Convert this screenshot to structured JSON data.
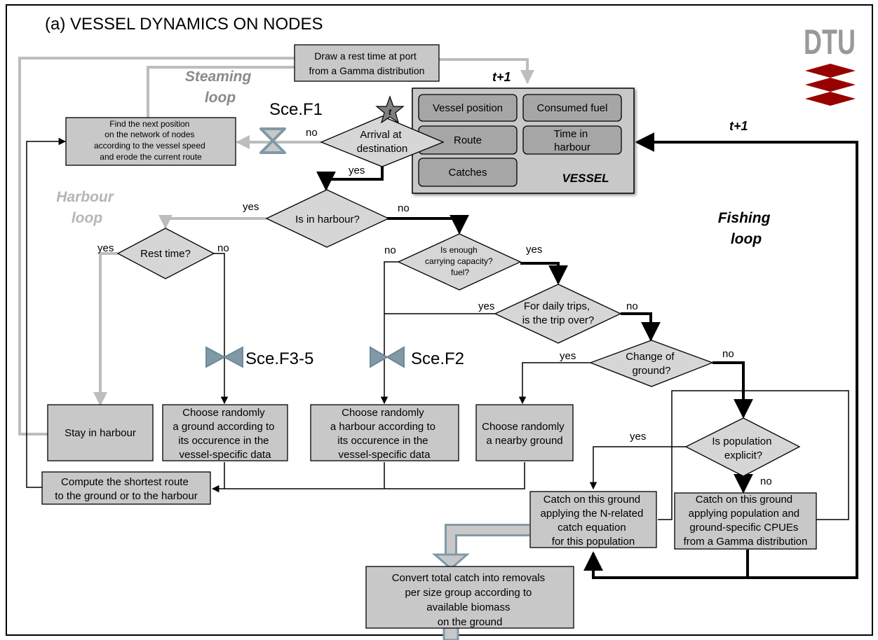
{
  "title": "(a) VESSEL DYNAMICS ON NODES",
  "logo": {
    "text": "DTU",
    "color": "#990000",
    "text_color": "#999999"
  },
  "colors": {
    "box": "#c8c8c8",
    "diamond": "#d6d6d6",
    "vessel_panel": "#c8c8c8",
    "vessel_item": "#a6a6a6",
    "grey_arrow": "#bdbdbd",
    "black_arrow": "#000000",
    "scenario_icon": "#7f9aa6"
  },
  "loops": {
    "steaming": [
      "Steaming",
      "loop"
    ],
    "harbour": [
      "Harbour",
      "loop"
    ],
    "fishing": [
      "Fishing",
      "loop"
    ]
  },
  "tags": {
    "t1_top": "t+1",
    "t1_right": "t+1",
    "star": "t"
  },
  "scenarios": {
    "f1": "Sce.F1",
    "f35": "Sce.F3-5",
    "f2": "Sce.F2"
  },
  "vessel": {
    "label": "VESSEL",
    "items": [
      [
        "Vessel position"
      ],
      [
        "Consumed fuel"
      ],
      [
        "Route"
      ],
      [
        "Time in",
        "harbour"
      ],
      [
        "Catches"
      ]
    ]
  },
  "boxes": {
    "rest_time": [
      "Draw a rest time at port",
      "from a Gamma distribution"
    ],
    "next_position": [
      "Find the next position",
      "on the network of nodes",
      "according to the vessel speed",
      "and erode the current route"
    ],
    "stay": [
      "Stay in harbour"
    ],
    "choose_ground": [
      "Choose randomly",
      "a ground according to",
      "its occurence in the",
      "vessel-specific data"
    ],
    "choose_harbour": [
      "Choose randomly",
      "a harbour according to",
      "its occurence in the",
      "vessel-specific data"
    ],
    "nearby": [
      "Choose randomly",
      "a nearby ground"
    ],
    "shortest": [
      "Compute the shortest route",
      "to the ground or to the harbour"
    ],
    "catch_n": [
      "Catch on this ground",
      "applying the N-related",
      "catch equation",
      "for this population"
    ],
    "catch_gamma": [
      "Catch on this ground",
      "applying population and",
      "ground-specific CPUEs",
      "from a Gamma distribution"
    ],
    "convert": [
      "Convert total catch into removals",
      "per size group according to",
      "available biomass",
      "on the ground"
    ]
  },
  "diamonds": {
    "arrival": [
      "Arrival at",
      "destination"
    ],
    "in_harbour": [
      "Is in harbour?"
    ],
    "rest": [
      "Rest time?"
    ],
    "capacity": [
      "Is enough",
      "carrying capacity?",
      "fuel?"
    ],
    "daily": [
      "For daily trips,",
      "is the trip over?"
    ],
    "change": [
      "Change of",
      "ground?"
    ],
    "population": [
      "Is population",
      "explicit?"
    ]
  },
  "edge_labels": {
    "arrival_no": "no",
    "arrival_yes": "yes",
    "harbour_yes": "yes",
    "harbour_no": "no",
    "rest_yes": "yes",
    "rest_no": "no",
    "capacity_no": "no",
    "capacity_yes": "yes",
    "daily_yes": "yes",
    "daily_no": "no",
    "change_yes": "yes",
    "change_no": "no",
    "population_yes": "yes",
    "population_no": "no"
  }
}
